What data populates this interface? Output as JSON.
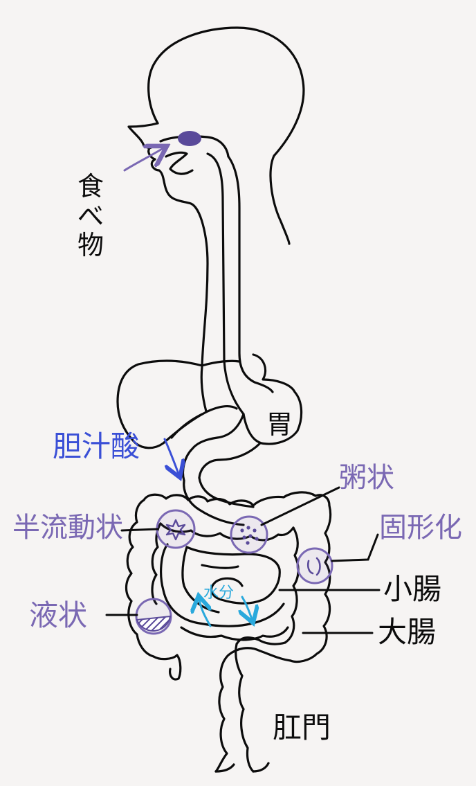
{
  "colors": {
    "background": "#f6f4f3",
    "outline": "#0c0c0c",
    "purple": "#7a68b3",
    "purple_dark": "#5a4a9a",
    "blue": "#3a4fd6",
    "cyan": "#2aa9dc"
  },
  "labels": {
    "food_chars": [
      "食",
      "べ",
      "物"
    ],
    "stomach": "胃",
    "bile_acid": "胆汁酸",
    "gruel": "粥状",
    "semi_fluid": "半流動状",
    "solidify": "固形化",
    "small_intestine": "小腸",
    "liquid": "液状",
    "water": "水分",
    "large_intestine": "大腸",
    "anus": "肛門"
  },
  "icons": {
    "mouth_bolus": "food-bolus",
    "star": "star-chunk",
    "dots": "dotted-chunks",
    "capsules": "solid-pieces",
    "hatched": "hatched-liquid"
  }
}
